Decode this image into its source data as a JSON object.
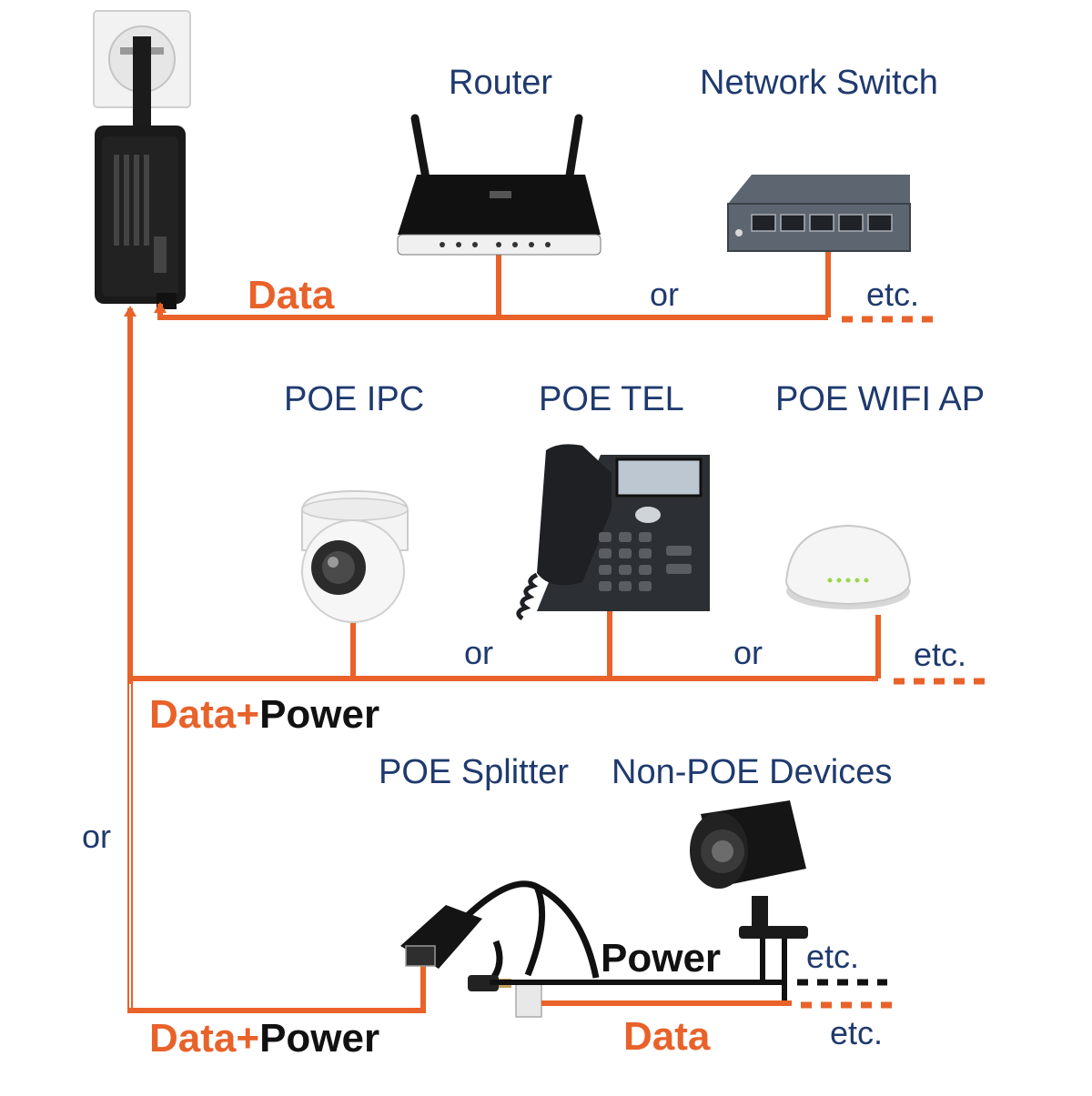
{
  "colors": {
    "data_line": "#e8622a",
    "power_line": "#111111",
    "label_blue": "#1f3a6e"
  },
  "labels": {
    "router": "Router",
    "network_switch": "Network Switch",
    "poe_ipc": "POE IPC",
    "poe_tel": "POE TEL",
    "poe_wifi_ap": "POE WIFI AP",
    "poe_splitter": "POE Splitter",
    "non_poe_devices": "Non-POE Devices",
    "data": "Data",
    "plus": "+",
    "power": "Power",
    "or": "or",
    "etc": "etc."
  },
  "icons": [
    "wall-outlet-icon",
    "poe-injector-icon",
    "router-icon",
    "network-switch-icon",
    "dome-camera-icon",
    "ip-phone-icon",
    "wifi-access-point-icon",
    "poe-splitter-icon",
    "bullet-camera-icon"
  ]
}
